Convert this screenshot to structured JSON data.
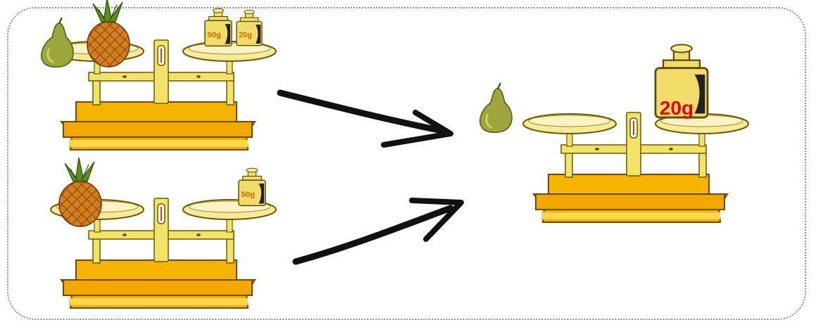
{
  "scales": {
    "top": {
      "left_pan": [
        "pear",
        "pineapple"
      ],
      "right_pan": [
        {
          "label": "50g"
        },
        {
          "label": "20g"
        }
      ]
    },
    "bottom": {
      "left_pan": [
        "pineapple"
      ],
      "right_pan": [
        {
          "label": "50g"
        }
      ]
    },
    "result": {
      "left_pan": [
        "pear"
      ],
      "right_pan": [
        {
          "label": "20g"
        }
      ]
    }
  },
  "colors": {
    "scale_body": "#f5ae00",
    "scale_metal": "#f3e36a",
    "pan": "#f7ea9a",
    "weight": "#f2dc6c",
    "result_label": "#e60000",
    "small_label": "#d06a00",
    "arrow": "#111111"
  }
}
